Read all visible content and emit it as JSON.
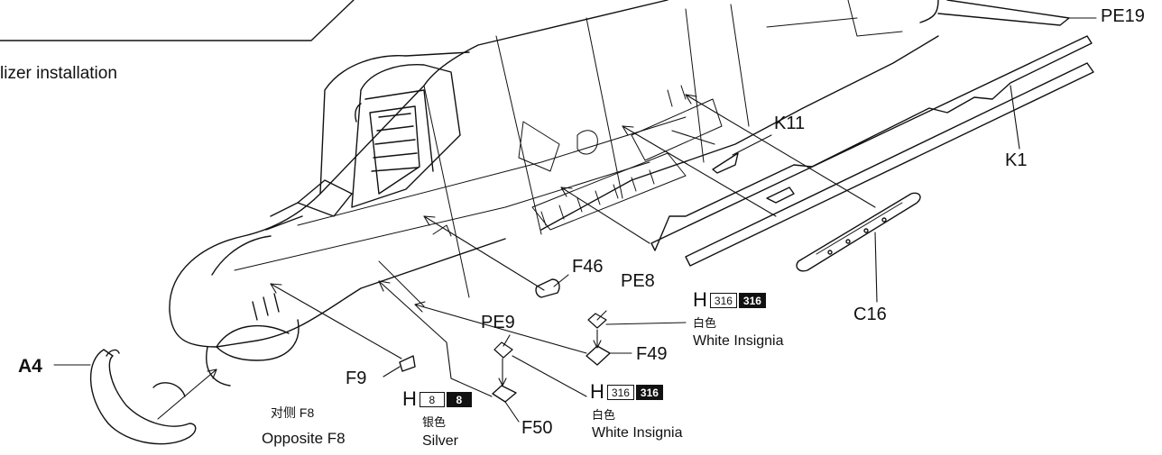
{
  "caption": "lizer installation",
  "parts": {
    "pe19": "PE19",
    "k11": "K11",
    "k1": "K1",
    "f46": "F46",
    "pe8": "PE8",
    "c16": "C16",
    "pe9": "PE9",
    "f49": "F49",
    "a4": "A4",
    "f9": "F9",
    "f50": "F50"
  },
  "paints": [
    {
      "letter": "H",
      "code": "316",
      "code_dark": "316",
      "name_cn": "白色",
      "name_en": "White Insignia"
    },
    {
      "letter": "H",
      "code": "8",
      "code_dark": "8",
      "name_cn": "银色",
      "name_en": "Silver"
    },
    {
      "letter": "H",
      "code": "316",
      "code_dark": "316",
      "name_cn": "白色",
      "name_en": "White Insignia"
    }
  ],
  "notes": {
    "opposite_cn": "对侧 F8",
    "opposite_en": "Opposite  F8"
  },
  "colors": {
    "ink": "#111111",
    "background": "#ffffff"
  }
}
